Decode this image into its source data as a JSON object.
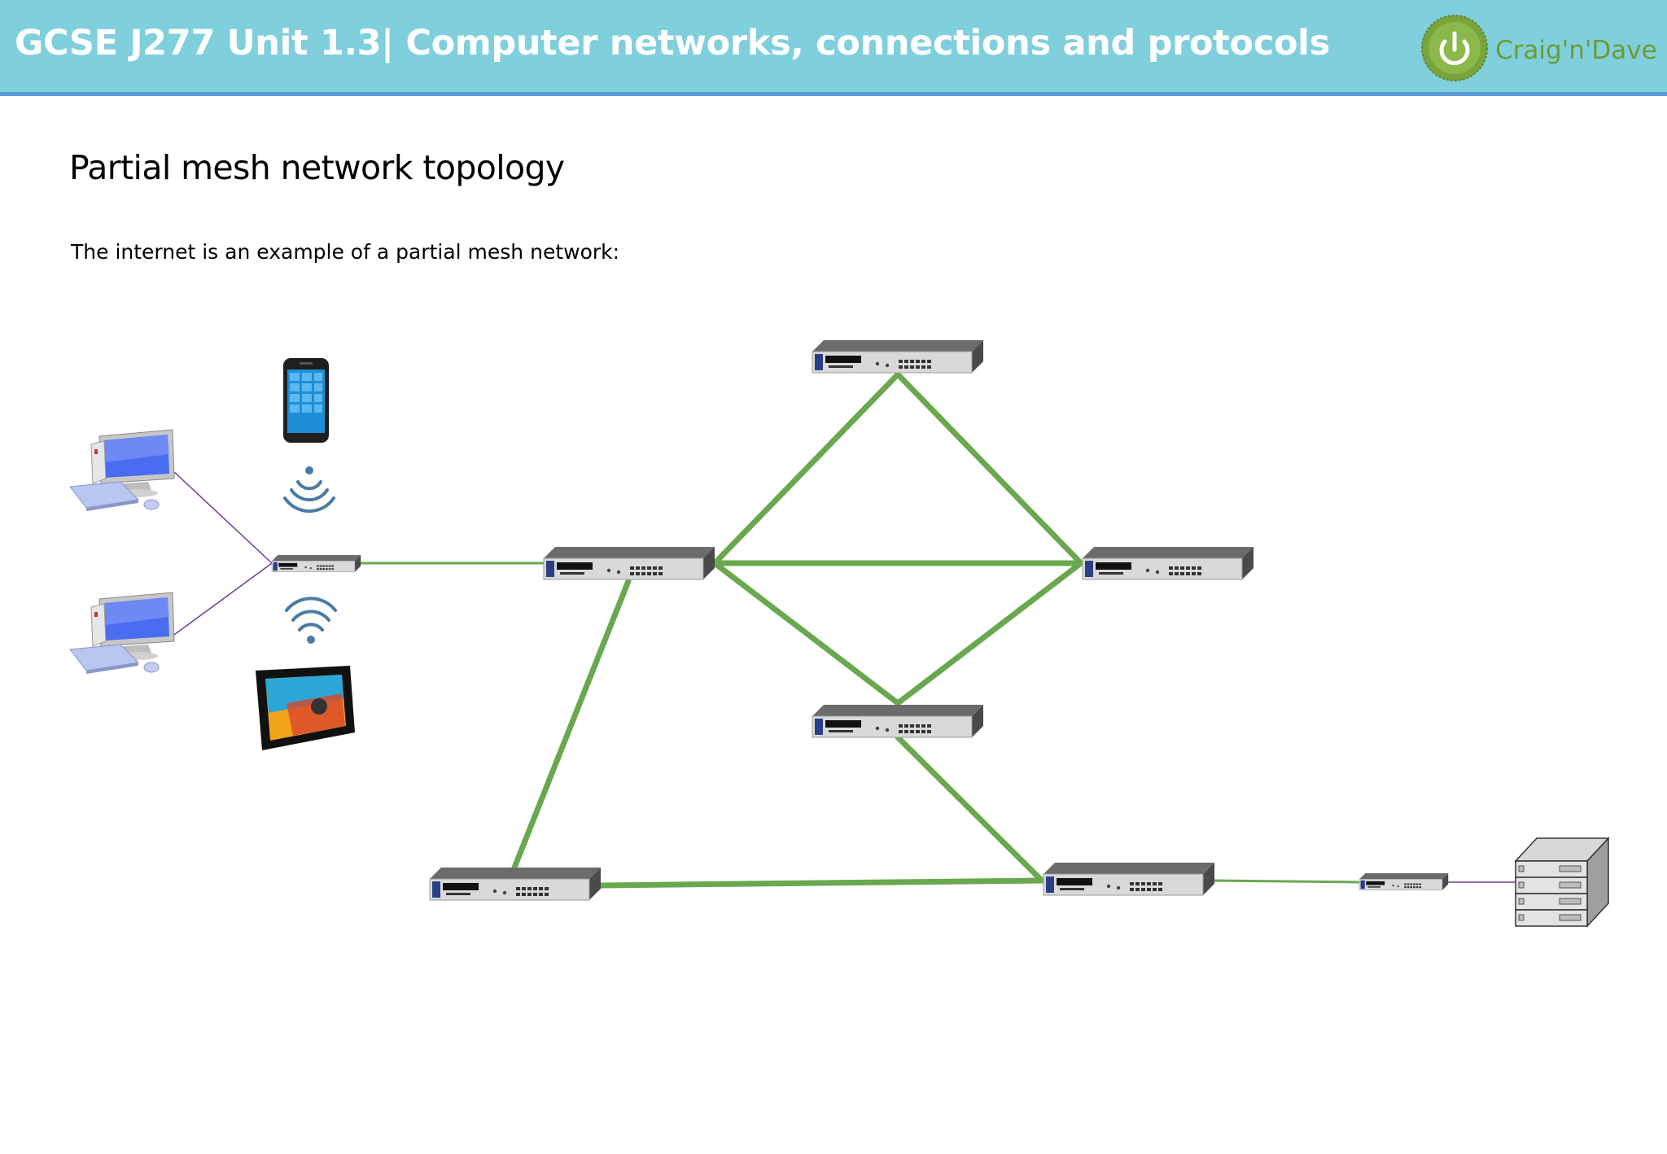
{
  "header": {
    "title": "GCSE J277 Unit 1.3| Computer networks, connections and protocols",
    "logo_text": "Craig'n'Dave",
    "logo_icon": "power-icon"
  },
  "page_title": "Partial mesh network topology",
  "subtitle": "The internet is an example of a partial mesh network:",
  "colors": {
    "header_bg": "#7fcfdc",
    "header_border": "#5a9bd5",
    "backbone_link": "#6aa84f",
    "local_link": "#6a3d9a",
    "logo_green": "#6f9b35"
  },
  "icons": [
    "desktop-computer-icon",
    "smartphone-icon",
    "wireless-signal-icon",
    "tablet-icon",
    "network-switch-icon",
    "router-icon",
    "server-stack-icon"
  ]
}
